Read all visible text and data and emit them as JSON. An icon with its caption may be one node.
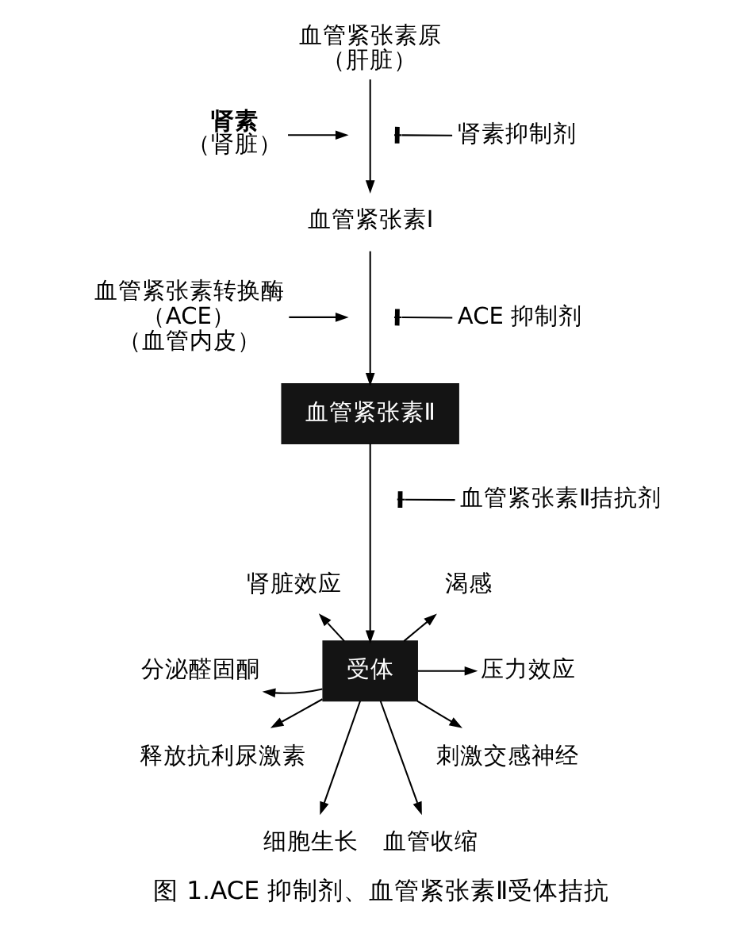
{
  "diagram": {
    "caption": "图 1.ACE 抑制剂、血管紧张素Ⅱ受体拮抗",
    "nodes": [
      {
        "text": [
          "血管紧张素原",
          "（肝脏）"
        ]
      },
      {
        "text": [
          "肾素",
          "（肾脏）"
        ]
      },
      {
        "text": [
          "肾素抑制剂"
        ]
      },
      {
        "text": [
          "血管紧张素Ⅰ"
        ]
      },
      {
        "text": [
          "血管紧张素转换酶",
          "（ACE）",
          "（血管内皮）"
        ]
      },
      {
        "text": [
          "ACE 抑制剂"
        ]
      },
      {
        "text": [
          "血管紧张素Ⅱ"
        ]
      },
      {
        "text": [
          "血管紧张素Ⅱ拮抗剂"
        ]
      },
      {
        "text": [
          "肾脏效应"
        ]
      },
      {
        "text": [
          "渴感"
        ]
      },
      {
        "text": [
          "受体"
        ]
      },
      {
        "text": [
          "分泌醛固酮"
        ]
      },
      {
        "text": [
          "压力效应"
        ]
      },
      {
        "text": [
          "释放抗利尿激素"
        ]
      },
      {
        "text": [
          "刺激交感神经"
        ]
      },
      {
        "text": [
          "细胞生长"
        ]
      },
      {
        "text": [
          "血管收缩"
        ]
      }
    ],
    "edges": [
      {
        "from": 0,
        "to": 3,
        "arrow": "to"
      },
      {
        "from": 1,
        "to": null,
        "arrow": "to"
      },
      {
        "from": 2,
        "to": null,
        "arrow": "other"
      },
      {
        "from": 3,
        "to": 6,
        "arrow": "to"
      },
      {
        "from": 4,
        "to": null,
        "arrow": "to"
      },
      {
        "from": 5,
        "to": null,
        "arrow": "other"
      },
      {
        "from": 6,
        "to": 10,
        "arrow": "to"
      },
      {
        "from": 7,
        "to": null,
        "arrow": "other"
      },
      {
        "from": 10,
        "to": 8,
        "arrow": "to"
      },
      {
        "from": 10,
        "to": 11,
        "arrow": "to"
      },
      {
        "from": 10,
        "to": 13,
        "arrow": "to"
      },
      {
        "from": 10,
        "to": 15,
        "arrow": "to"
      },
      {
        "from": 10,
        "to": 16,
        "arrow": "to"
      },
      {
        "from": 10,
        "to": 14,
        "arrow": "to"
      },
      {
        "from": 10,
        "to": 12,
        "arrow": "to"
      },
      {
        "from": 10,
        "to": 9,
        "arrow": "to"
      }
    ]
  }
}
